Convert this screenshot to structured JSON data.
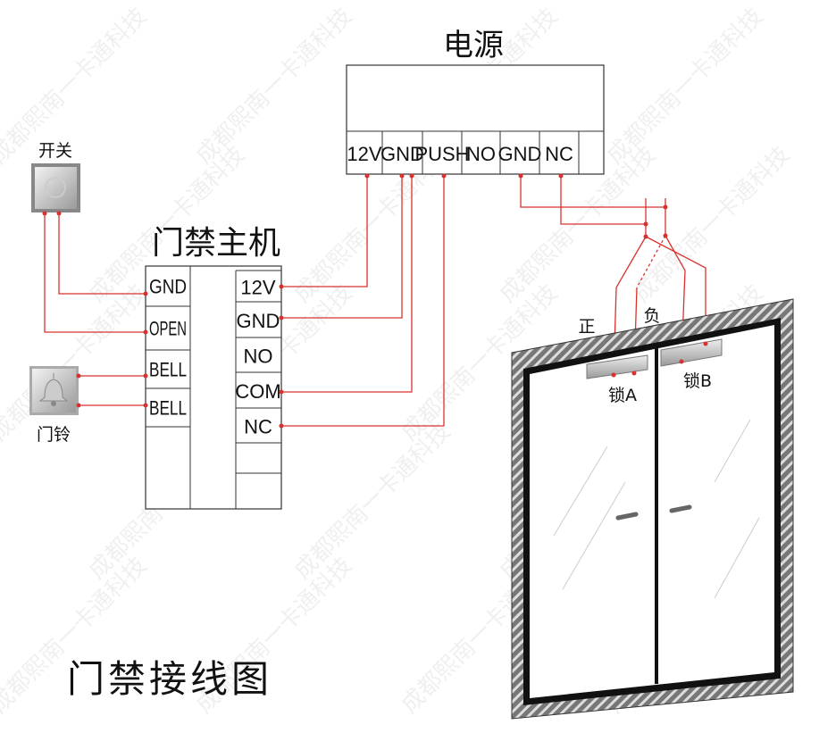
{
  "title": "门禁接线图",
  "watermark": "成都熙南一卡通科技",
  "power_supply": {
    "title": "电源",
    "terminals": [
      "12V",
      "GND",
      "PUSH",
      "NO",
      "GND",
      "NC",
      ""
    ]
  },
  "controller": {
    "title": "门禁主机",
    "left_terminals": [
      "GND",
      "OPEN",
      "BELL",
      "BELL"
    ],
    "right_terminals": [
      "12V",
      "GND",
      "NO",
      "COM",
      "NC"
    ]
  },
  "switch": {
    "label": "开关"
  },
  "doorbell": {
    "label": "门铃"
  },
  "door": {
    "positive_label": "正",
    "negative_label": "负",
    "lock_a": "锁A",
    "lock_b": "锁B"
  },
  "colors": {
    "wire": "#d8322e"
  }
}
